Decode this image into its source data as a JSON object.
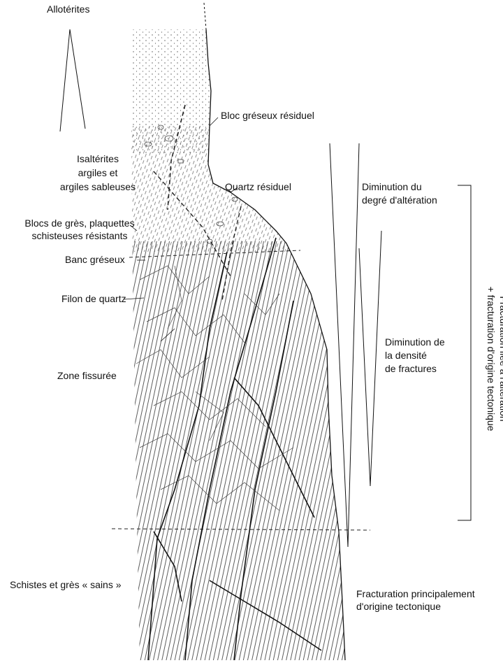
{
  "labels": {
    "allotérites": "Allotérites",
    "isalterites_1": "Isaltérites",
    "isalterites_2": "argiles et",
    "isalterites_3": "argiles sableuses",
    "blocs_1": "Blocs de grès, plaquettes",
    "blocs_2": "schisteuses résistants",
    "banc_greseux": "Banc gréseux",
    "filon_quartz": "Filon de quartz",
    "zone_fissuree": "Zone fissurée",
    "schistes_sains": "Schistes et grès « sains »",
    "bloc_residuel": "Bloc gréseux résiduel",
    "quartz_residuel": "Quartz résiduel",
    "diminution_alteration_1": "Diminution du",
    "diminution_alteration_2": "degré d'altération",
    "diminution_fractures_1": "Diminution de",
    "diminution_fractures_2": "la densité",
    "diminution_fractures_3": "de fractures",
    "fracturation_principale_1": "Fracturation principalement",
    "fracturation_principale_2": "d'origine tectonique",
    "fracturation_laterale_1": "Fracturation liée à l'altération",
    "fracturation_laterale_2": "+ fracturation d'origine tectonique"
  },
  "colors": {
    "ink": "#111111",
    "hatch": "#333333",
    "dots": "#555555"
  }
}
